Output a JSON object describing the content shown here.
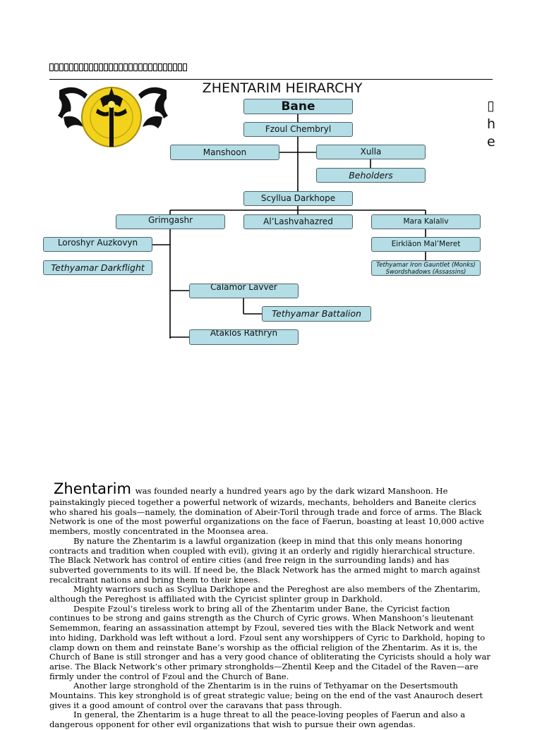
{
  "header": {
    "glyph_count": 28,
    "title": "ZHENTARIM HEIRARCHY",
    "side_glyph": "▯",
    "side_letters": [
      "h",
      "e"
    ]
  },
  "logo": {
    "icon": "zhentarim-emblem-icon",
    "colors": {
      "gold": "#f2d21c",
      "black": "#111111"
    }
  },
  "colors": {
    "node_fill": "#b4dde5",
    "node_border": "#50646a",
    "line": "#000000"
  },
  "hierarchy": {
    "bane": "Bane",
    "fzoul": "Fzoul Chembryl",
    "manshoon": "Manshoon",
    "xulla": "Xulla",
    "beholders": "Beholders",
    "scyllua": "Scyllua Darkhope",
    "grimgashr": "Grimgashr",
    "lashvahazred": "Al’Lashvahazred",
    "mara": "Mara Kalaliv",
    "loroshyr": "Loroshyr Auzkovyn",
    "darkflight": "Tethyamar Darkflight",
    "eirklaon": "Eirkläon Mal’Meret",
    "iron_gauntlet": "Tethyamar Iron Gauntlet (Monks)",
    "swordshadows": "Swordshadows (Assassins)",
    "calamor": "Calamor Lavver",
    "battalion": "Tethyamar Battalion",
    "ataklos": "Ataklos Rathryn"
  },
  "body": {
    "dropcap": "Zhentarim",
    "p1": "was founded nearly a hundred years ago by the dark wizard Manshoon. He painstakingly pieced together a powerful network of wizards, mechants, beholders and Baneite clerics who shared his goals—namely, the domination of Abeir-Toril through trade and force of arms. The Black Network is one of the most powerful organizations on the face of Faerun, boasting at least 10,000 active members, mostly concentrated in the Moonsea area.",
    "p2": "By nature the Zhentarim is a lawful organization (keep in mind that this only means honoring contracts and tradition when coupled with evil), giving it an orderly and rigidly hierarchical structure. The Black Network has control of entire cities (and free reign in the surrounding lands) and has subverted governments to its will. If need be, the Black Network has the armed might to march against recalcitrant nations and bring them to their knees.",
    "p3": "Mighty warriors such as Scyllua Darkhope and the Pereghost are also members of the Zhentarim, although the Pereghost is affiliated with the Cyricist splinter group in Darkhold.",
    "p4": "Despite Fzoul’s tireless work to bring all of the Zhentarim under Bane, the Cyricist faction continues to be strong and gains strength as the Church of Cyric grows. When Manshoon’s lieutenant Sememmon, fearing an assassination attempt by Fzoul, severed ties with the Black Network and went into hiding, Darkhold was left without a lord. Fzoul sent any worshippers of Cyric to Darkhold, hoping to clamp down on them and reinstate Bane’s worship as the official religion of the Zhentarim. As it is, the Church of Bane is still stronger and has a very good chance of obliterating the Cyricists should a holy war arise. The Black Network’s other primary strongholds—Zhentil Keep and the Citadel of the Raven—are firmly under the control of Fzoul and the Church of Bane.",
    "p5": "Another large stronghold of the Zhentarim is in the ruins of Tethyamar on the Desertsmouth Mountains. This key stronghold is of great strategic value; being on the end of the vast Anauroch desert gives it a good amount of control over the caravans that pass through.",
    "p6": "In general, the Zhentarim is a huge threat to all the peace-loving peoples of Faerun and also a dangerous opponent for other evil organizations that wish to pursue their own agendas."
  }
}
